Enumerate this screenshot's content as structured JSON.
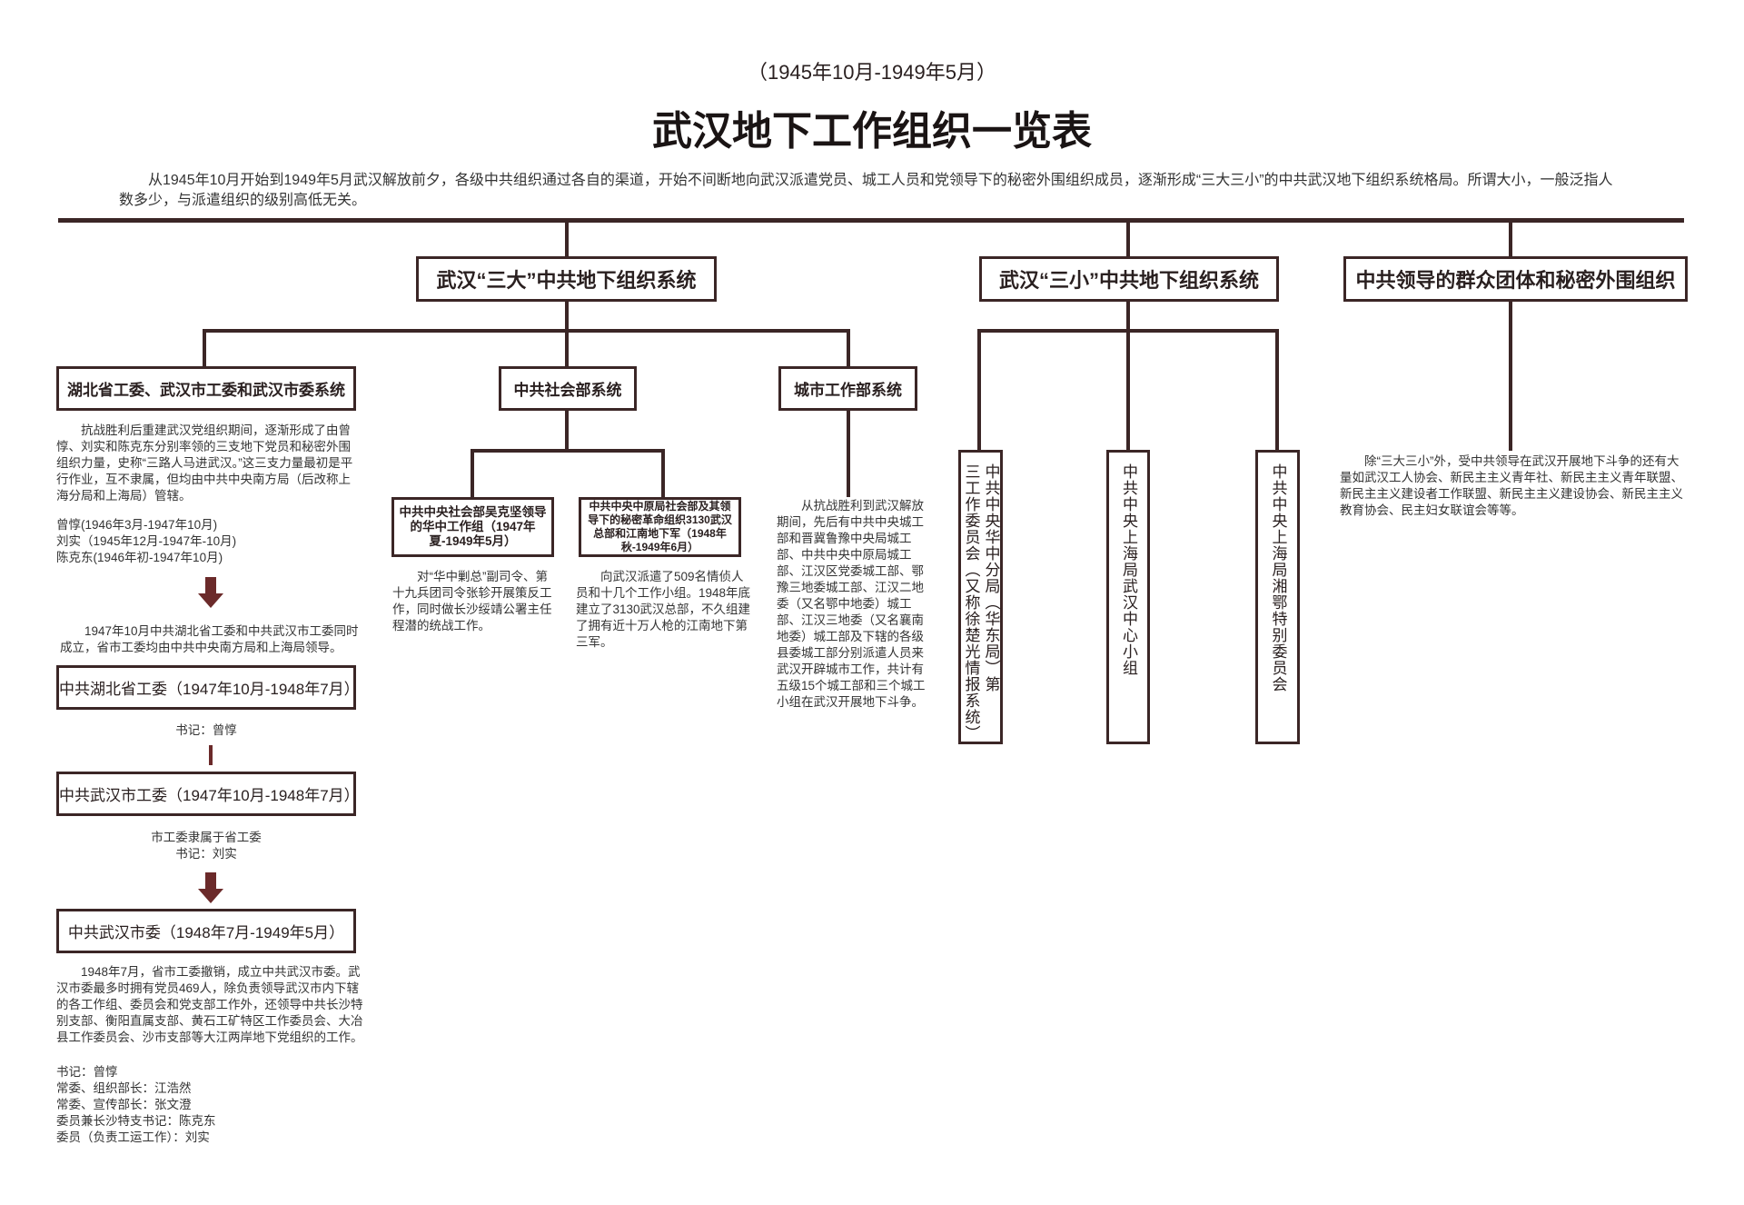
{
  "header": {
    "date_range": "（1945年10月-1949年5月）",
    "title": "武汉地下工作组织一览表",
    "intro": "从1945年10月开始到1949年5月武汉解放前夕，各级中共组织通过各自的渠道，开始不间断地向武汉派遣党员、城工人员和党领导下的秘密外围组织成员，逐渐形成“三大三小”的中共武汉地下组织系统格局。所谓大小，一般泛指人数多少，与派遣组织的级别高低无关。"
  },
  "branches": {
    "big": {
      "title": "武汉“三大”中共地下组织系统",
      "hubei": {
        "title": "湖北省工委、武汉市工委和武汉市委系统",
        "desc": "抗战胜利后重建武汉党组织期间，逐渐形成了由曾惇、刘实和陈克东分别率领的三支地下党员和秘密外围组织力量，史称“三路人马进武汉。”这三支力量最初是平行作业，互不隶属，但均由中共中央南方局（后改称上海分局和上海局）管辖。",
        "leaders": [
          "曾惇(1946年3月-1947年10月)",
          "刘实（1945年12月-1947年-10月)",
          "陈克东(1946年初-1947年10月)"
        ],
        "note1": "1947年10月中共湖北省工委和中共武汉市工委同时成立，省市工委均由中共中央南方局和上海局领导。",
        "box1": "中共湖北省工委（1947年10月-1948年7月）",
        "box1_note": "书记：曾惇",
        "box2": "中共武汉市工委（1947年10月-1948年7月）",
        "box2_note": [
          "市工委隶属于省工委",
          "书记：刘实"
        ],
        "box3": "中共武汉市委（1948年7月-1949年5月）",
        "box3_desc": "1948年7月，省市工委撤销，成立中共武汉市委。武汉市委最多时拥有党员469人，除负责领导武汉市内下辖的各工作组、委员会和党支部工作外，还领导中共长沙特别支部、衡阳直属支部、黄石工矿特区工作委员会、大冶县工作委员会、沙市支部等大江两岸地下党组织的工作。",
        "members": [
          "书记：曾惇",
          "常委、组织部长：江浩然",
          "常委、宣传部长：张文澄",
          "委员兼长沙特支书记：陈克东",
          "委员（负责工运工作）：刘实"
        ]
      },
      "social": {
        "title": "中共社会部系统",
        "sub1": {
          "title": "中共中央社会部吴克坚领导的华中工作组（1947年夏-1949年5月）",
          "desc": "对“华中剿总”副司令、第十九兵团司令张轸开展策反工作，同时做长沙绥靖公署主任程潜的统战工作。"
        },
        "sub2": {
          "title": "中共中央中原局社会部及其领导下的秘密革命组织3130武汉总部和江南地下军（1948年秋-1949年6月）",
          "desc": "向武汉派遣了509名情侦人员和十几个工作小组。1948年底建立了3130武汉总部，不久组建了拥有近十万人枪的江南地下第三军。"
        }
      },
      "city": {
        "title": "城市工作部系统",
        "desc": "从抗战胜利到武汉解放期间，先后有中共中央城工部和晋冀鲁豫中央局城工部、中共中央中原局城工部、江汉区党委城工部、鄂豫三地委城工部、江汉二地委（又名鄂中地委）城工部、江汉三地委（又名襄南地委）城工部及下辖的各级县委城工部分别派遣人员来武汉开辟城市工作，共计有五级15个城工部和三个城工小组在武汉开展地下斗争。"
      }
    },
    "small": {
      "title": "武汉“三小”中共地下组织系统",
      "items": [
        {
          "col1": "中共中央华中分局（华东局）第",
          "col2": "三工作委员会（又称徐楚光情报系统）"
        },
        {
          "col1": "中共中央上海局武汉中心小组"
        },
        {
          "col1": "中共中央上海局湘鄂特别委员会"
        }
      ]
    },
    "mass": {
      "title": "中共领导的群众团体和秘密外围组织",
      "desc": "除“三大三小”外，受中共领导在武汉开展地下斗争的还有大量如武汉工人协会、新民主主义青年社、新民主主义青年联盟、新民主主义建设者工作联盟、新民主主义建设协会、新民主主义教育协会、民主妇女联谊会等等。"
    }
  },
  "colors": {
    "line": "#3b2626",
    "arrow": "#6b2a2a"
  }
}
